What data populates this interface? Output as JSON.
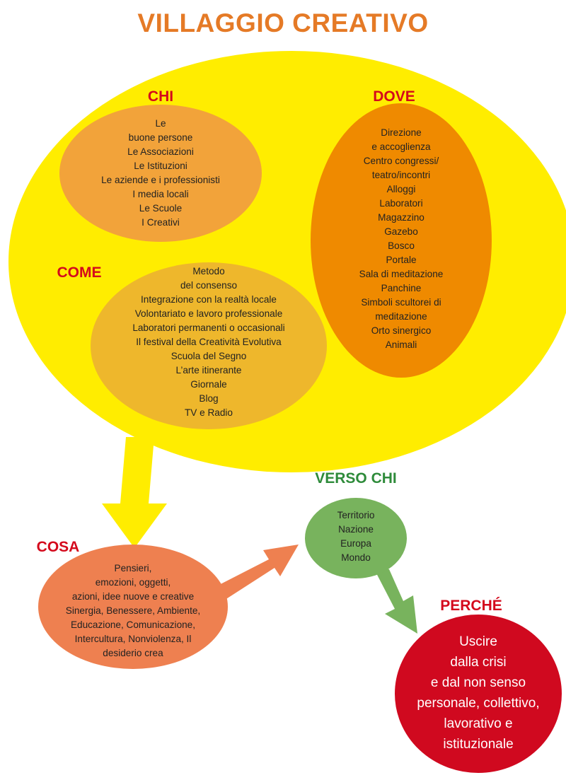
{
  "title": "VILLAGGIO CREATIVO",
  "chi": {
    "heading": "CHI",
    "items": [
      "Le",
      "buone persone",
      "Le Associazioni",
      "Le Istituzioni",
      "Le aziende e i professionisti",
      "I media locali",
      "Le Scuole",
      "I Creativi"
    ]
  },
  "dove": {
    "heading": "DOVE",
    "items": [
      "Direzione",
      "e accoglienza",
      "Centro congressi/",
      "teatro/incontri",
      "Alloggi",
      "Laboratori",
      "Magazzino",
      "Gazebo",
      "Bosco",
      "Portale",
      "Sala di meditazione",
      "Panchine",
      "Simboli scultorei di",
      "meditazione",
      "Orto sinergico",
      "Animali"
    ]
  },
  "come": {
    "heading": "COME",
    "items": [
      "Metodo",
      "del consenso",
      "Integrazione con la realtà locale",
      "Volontariato e lavoro professionale",
      "Laboratori permanenti o occasionali",
      "Il festival della Creatività Evolutiva",
      "Scuola del Segno",
      "L’arte itinerante",
      "Giornale",
      "Blog",
      "TV e Radio"
    ]
  },
  "cosa": {
    "heading": "COSA",
    "items": [
      "Pensieri,",
      "emozioni, oggetti,",
      "azioni, idee nuove e creative",
      "Sinergia, Benessere, Ambiente,",
      "Educazione, Comunicazione,",
      "Intercultura, Nonviolenza, Il",
      "desiderio crea"
    ]
  },
  "verso_chi": {
    "heading": "VERSO CHI",
    "items": [
      "Territorio",
      "Nazione",
      "Europa",
      "Mondo"
    ]
  },
  "perche": {
    "heading": "PERCHÉ",
    "items": [
      "Uscire",
      "dalla crisi",
      "e dal non senso",
      "personale, collettivo,",
      "lavorativo e",
      "istituzionale"
    ]
  },
  "colors": {
    "title": "#e57a26",
    "big_circle": "#ffed00",
    "chi_ellipse": "#f2a33a",
    "dove_ellipse": "#ef8a00",
    "come_ellipse": "#eeb72c",
    "cosa_ellipse": "#ee8050",
    "verso_ellipse": "#78b35d",
    "perche_circle": "#d0091f",
    "heading_red": "#d4091c",
    "heading_green": "#2e8b3a"
  }
}
